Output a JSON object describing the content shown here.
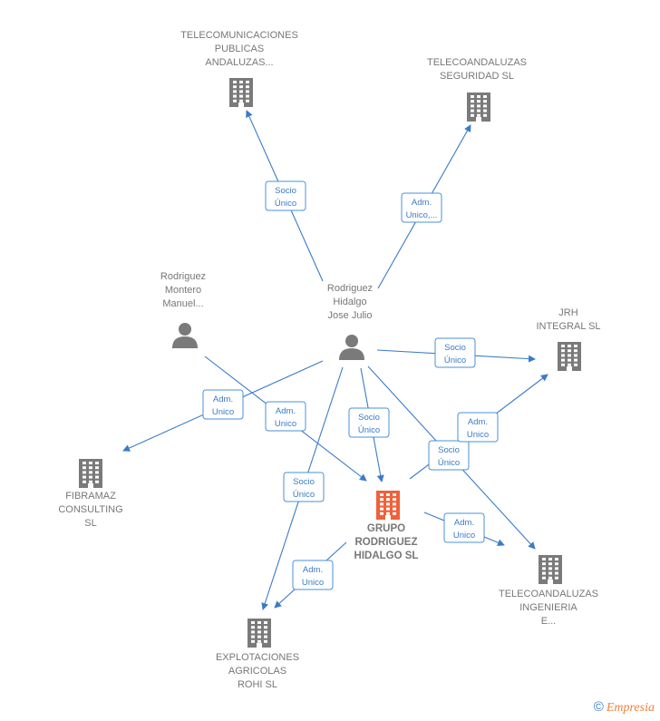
{
  "colors": {
    "edge": "#3a7bc8",
    "node_gray": "#7a7a7a",
    "node_main": "#f0603a",
    "label": "#777777"
  },
  "nodes": [
    {
      "id": "telecom_publicas",
      "type": "company",
      "lines": [
        "TELECOMUNICACIONES",
        "PUBLICAS",
        "ANDALUZAS..."
      ],
      "main": false
    },
    {
      "id": "tele_seguridad",
      "type": "company",
      "lines": [
        "TELECOANDALUZAS",
        "SEGURIDAD SL"
      ],
      "main": false
    },
    {
      "id": "rodriguez_montero",
      "type": "person",
      "lines": [
        "Rodriguez",
        "Montero",
        "Manuel..."
      ],
      "main": false
    },
    {
      "id": "rodriguez_hidalgo",
      "type": "person",
      "lines": [
        "Rodriguez",
        "Hidalgo",
        "Jose Julio"
      ],
      "main": false
    },
    {
      "id": "jrh",
      "type": "company",
      "lines": [
        "JRH",
        "INTEGRAL  SL"
      ],
      "main": false
    },
    {
      "id": "fibramaz",
      "type": "company",
      "lines": [
        "FIBRAMAZ",
        "CONSULTING",
        "SL"
      ],
      "main": false
    },
    {
      "id": "grupo",
      "type": "company",
      "lines": [
        "GRUPO",
        "RODRIGUEZ",
        "HIDALGO  SL"
      ],
      "main": true
    },
    {
      "id": "tele_ingenieria",
      "type": "company",
      "lines": [
        "TELECOANDALUZAS",
        "INGENIERIA",
        "E..."
      ],
      "main": false
    },
    {
      "id": "explotaciones",
      "type": "company",
      "lines": [
        "EXPLOTACIONES",
        "AGRICOLAS",
        "ROHI  SL"
      ],
      "main": false
    }
  ],
  "edges": [
    {
      "from": "rodriguez_hidalgo",
      "to": "telecom_publicas",
      "label": [
        "Socio",
        "Único"
      ]
    },
    {
      "from": "rodriguez_hidalgo",
      "to": "tele_seguridad",
      "label": [
        "Adm.",
        "Unico,..."
      ]
    },
    {
      "from": "rodriguez_hidalgo",
      "to": "jrh",
      "label": [
        "Socio",
        "Único"
      ]
    },
    {
      "from": "rodriguez_hidalgo",
      "to": "fibramaz",
      "label": [
        "Adm.",
        "Unico"
      ]
    },
    {
      "from": "rodriguez_montero",
      "to": "grupo",
      "label": [
        "Adm.",
        "Unico"
      ]
    },
    {
      "from": "rodriguez_hidalgo",
      "to": "grupo",
      "label": [
        "Socio",
        "Único"
      ]
    },
    {
      "from": "rodriguez_hidalgo",
      "to": "explotaciones",
      "label": [
        "Socio",
        "Único"
      ]
    },
    {
      "from": "rodriguez_hidalgo",
      "to": "tele_ingenieria",
      "label": [
        "Socio",
        "Único"
      ]
    },
    {
      "from": "grupo",
      "to": "jrh",
      "label": [
        "Adm.",
        "Unico"
      ]
    },
    {
      "from": "grupo",
      "to": "tele_ingenieria",
      "label": [
        "Adm.",
        "Unico"
      ]
    },
    {
      "from": "grupo",
      "to": "explotaciones",
      "label": [
        "Adm.",
        "Unico"
      ]
    }
  ],
  "footer": {
    "copyright": "©",
    "brand": "Empresia"
  }
}
